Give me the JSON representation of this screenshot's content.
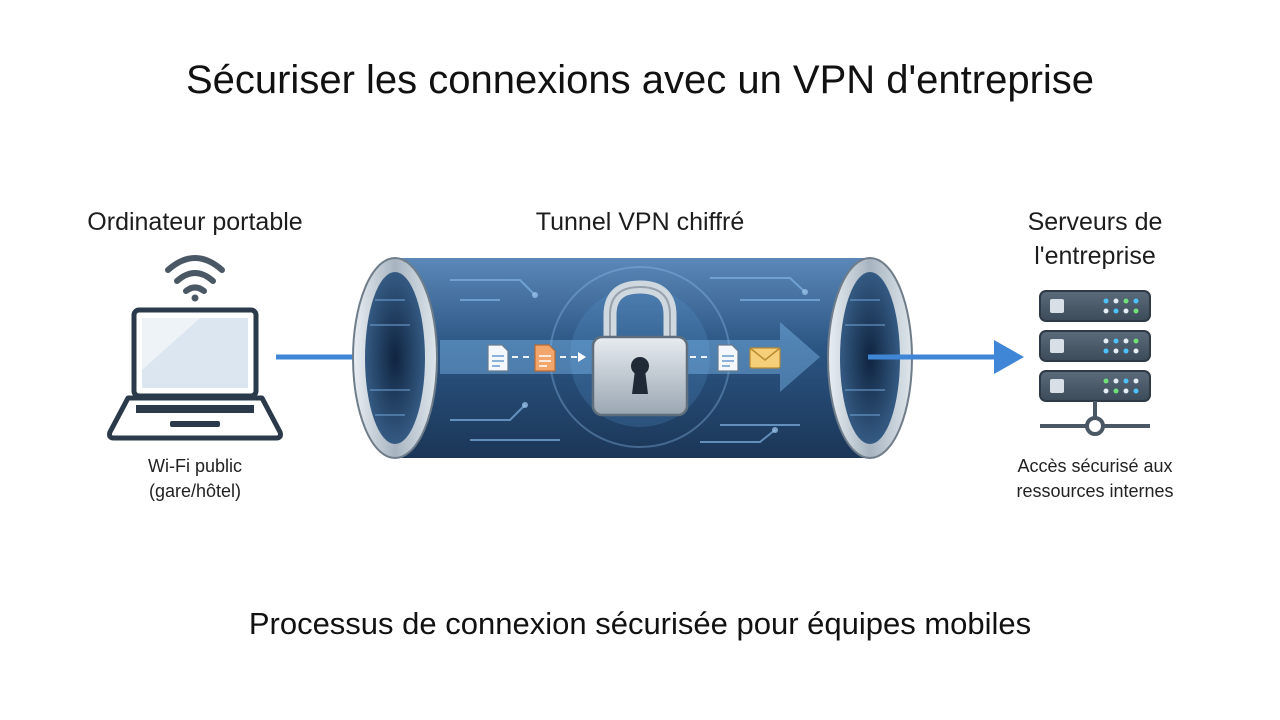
{
  "title": "Sécuriser les connexions avec un VPN d'entreprise",
  "laptop": {
    "label": "Ordinateur portable",
    "caption_line1": "Wi-Fi public",
    "caption_line2": "(gare/hôtel)"
  },
  "tunnel": {
    "label": "Tunnel VPN chiffré"
  },
  "servers": {
    "label_line1": "Serveurs de",
    "label_line2": "l'entreprise",
    "caption_line1": "Accès sécurisé aux",
    "caption_line2": "ressources internes"
  },
  "footer": "Processus de connexion sécurisée pour équipes mobiles",
  "colors": {
    "accent_blue": "#3f86d6",
    "tunnel_dark": "#1e3f66",
    "tunnel_light": "#6f9ccc",
    "server_body": "#4a5a6a",
    "laptop_stroke": "#2a3a4a"
  },
  "icons": [
    "wifi-icon",
    "laptop-icon",
    "padlock-icon",
    "document-icon",
    "envelope-icon",
    "server-rack-icon"
  ]
}
